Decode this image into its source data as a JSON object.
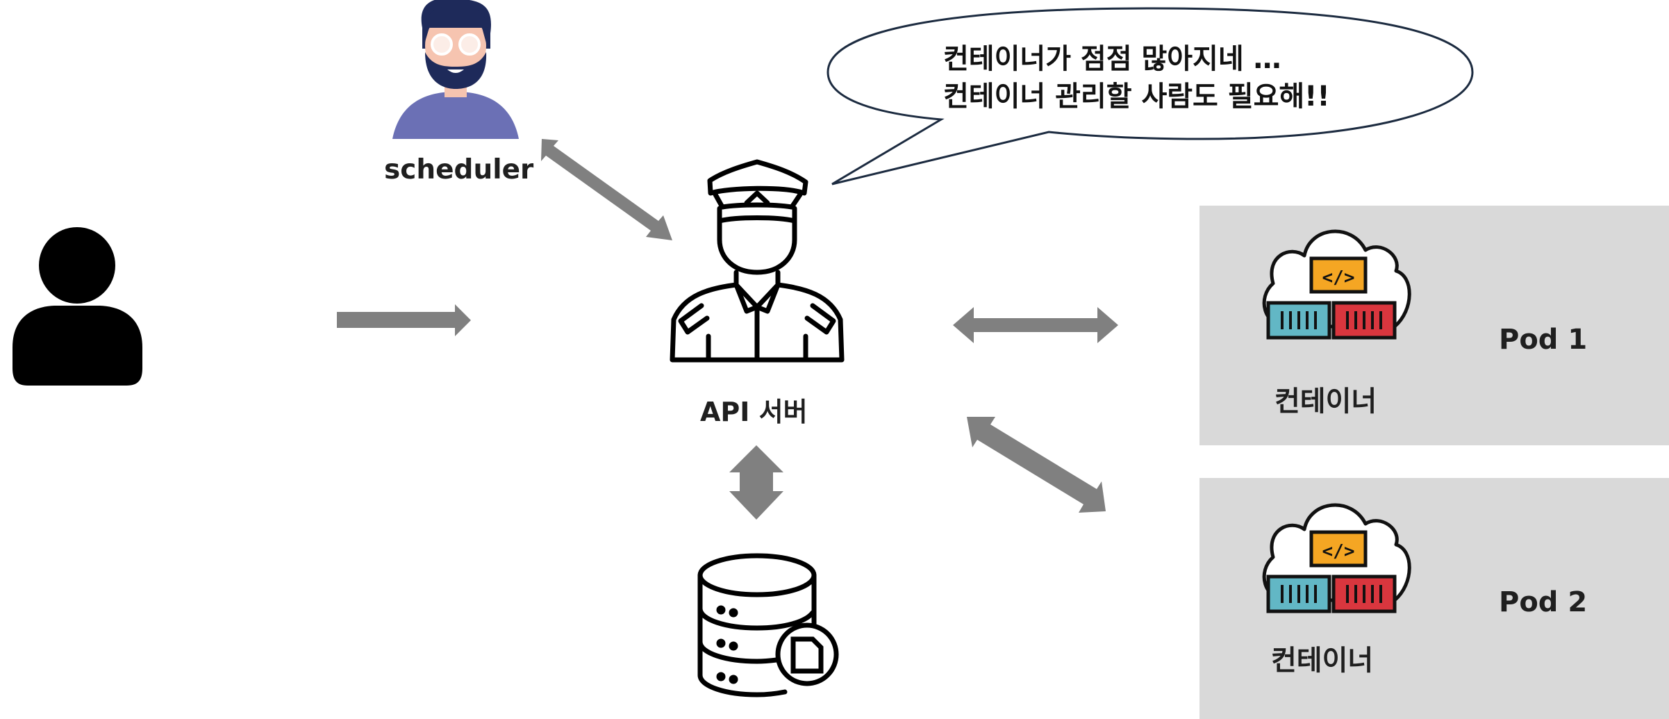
{
  "labels": {
    "scheduler": "scheduler",
    "api_server": "API 서버",
    "speech_line1": "컨테이너가 점점 많아지네 …",
    "speech_line2": "컨테이너 관리할 사람도 필요해!!",
    "pods": [
      {
        "name": "Pod 1",
        "container_label": "컨테이너"
      },
      {
        "name": "Pod 2",
        "container_label": "컨테이너"
      }
    ]
  },
  "icons": {
    "user": "user-icon",
    "scheduler": "scheduler-person-icon",
    "api_server": "police-officer-icon",
    "database": "database-icon",
    "container": "cloud-container-icon"
  },
  "colors": {
    "arrow": "#808080",
    "pod_background": "#d9d9d9",
    "container_orange": "#f5a623",
    "container_teal": "#62b7c5",
    "container_red": "#d9363e",
    "scheduler_shirt": "#6b70b5",
    "scheduler_hair": "#1e2a5a",
    "skin": "#f6c4b0"
  }
}
